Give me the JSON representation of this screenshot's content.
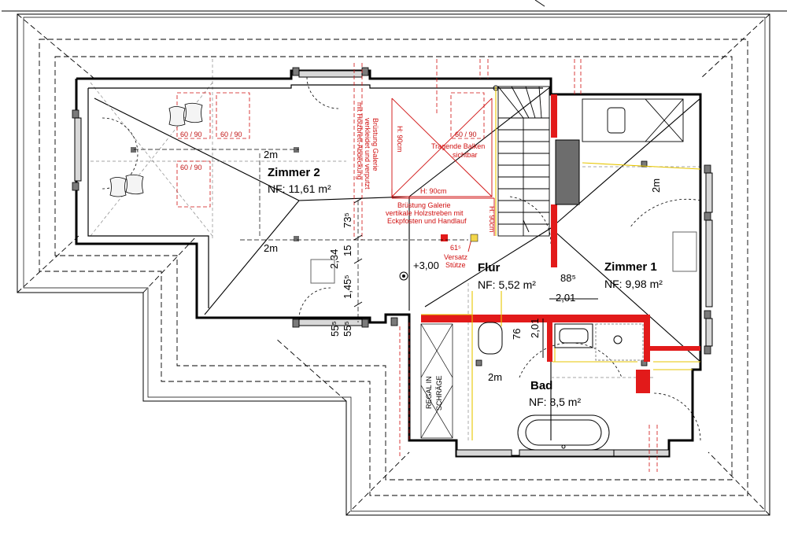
{
  "rooms": {
    "zimmer2": {
      "name": "Zimmer 2",
      "area": "NF: 11,61 m²"
    },
    "flur": {
      "name": "Flur",
      "area": "NF: 5,52 m²"
    },
    "zimmer1": {
      "name": "Zimmer 1",
      "area": "NF: 9,98 m²"
    },
    "bad": {
      "name": "Bad",
      "area": "NF: 8,5 m²"
    }
  },
  "dimensions": {
    "h_2m_a": "2m",
    "h_2m_b": "2m",
    "h_2m_c": "2m",
    "h_2m_d": "2m",
    "d_73": "73⁵",
    "d_15": "15",
    "d_234": "2,34",
    "d_145": "1,45⁵",
    "d_55a": "55⁵",
    "d_55b": "55⁵",
    "d_201a": "2,01",
    "d_201b": "2,01",
    "d_76": "76",
    "d_88": "88⁵",
    "d_61": "61⁵",
    "level": "+3,00"
  },
  "annotations": {
    "brustung_left_1": "Brüstung Galerie",
    "brustung_left_2": "verkleidet und verputzt",
    "brustung_left_3": "mit Holzbrett-Abdeckung",
    "h90_vertical": "H: 90cm",
    "h90_horizontal": "H: 90cm",
    "h90_stair": "H: 90cm",
    "balken_1": "Tragende Balken",
    "balken_2": "sichtbar",
    "brustung_bottom_1": "Brüstung Galerie",
    "brustung_bottom_2": "vertikale Holzstreben mit",
    "brustung_bottom_3": "Eckpfosten und Handlauf",
    "versatz_1": "Versatz",
    "versatz_2": "Stütze",
    "regal_1": "REGAL IN",
    "regal_2": "SCHRÄGE"
  },
  "windows": {
    "w1": "60 / 90",
    "w2": "60 / 90",
    "w3": "60 / 90",
    "w4": "60 / 90"
  }
}
